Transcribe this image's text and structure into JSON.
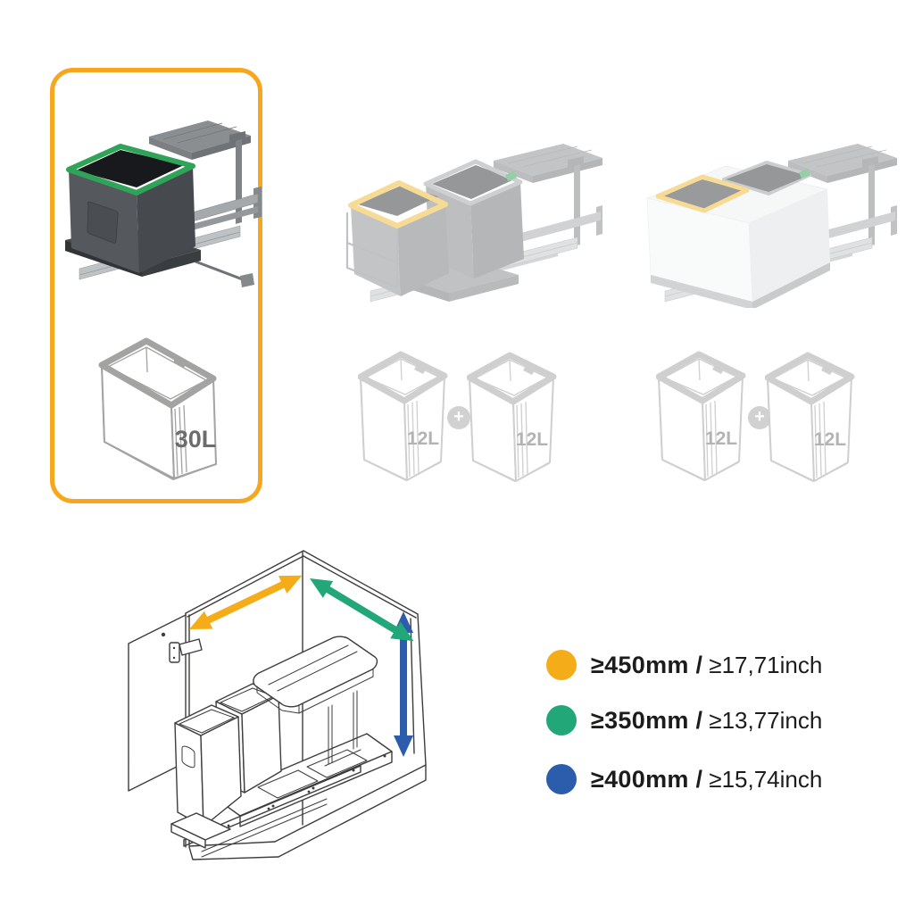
{
  "canvas": {
    "bg": "#FFFFFF"
  },
  "colors": {
    "highlight": "#F7A71E",
    "accent_green": "#2FA458",
    "accent_yellow": "#F0BA33",
    "lineart": "#A3A3A2",
    "capacity_label": "#6C6C6B",
    "plus_bg": "#A7A7A6",
    "diagram_line": "#3D3D3C"
  },
  "products": [
    {
      "selected": true,
      "capacities": [
        {
          "label": "30L"
        }
      ]
    },
    {
      "selected": false,
      "joiner": "+",
      "capacities": [
        {
          "label": "12L"
        },
        {
          "label": "12L"
        }
      ]
    },
    {
      "selected": false,
      "joiner": "+",
      "capacities": [
        {
          "label": "12L"
        },
        {
          "label": "12L"
        }
      ]
    }
  ],
  "legend": {
    "items": [
      {
        "color": "#F5AC19",
        "metric": "≥450mm /",
        "imperial": "≥17,71inch"
      },
      {
        "color": "#22A878",
        "metric": "≥350mm /",
        "imperial": "≥13,77inch"
      },
      {
        "color": "#2C5CAC",
        "metric": "≥400mm /",
        "imperial": "≥15,74inch"
      }
    ]
  }
}
